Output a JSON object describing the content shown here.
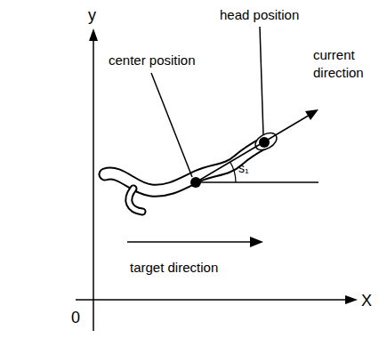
{
  "diagram": {
    "labels": [
      "y",
      "head position",
      "center position",
      "current direction",
      "s₁",
      "target direction",
      "0",
      "X"
    ]
  }
}
